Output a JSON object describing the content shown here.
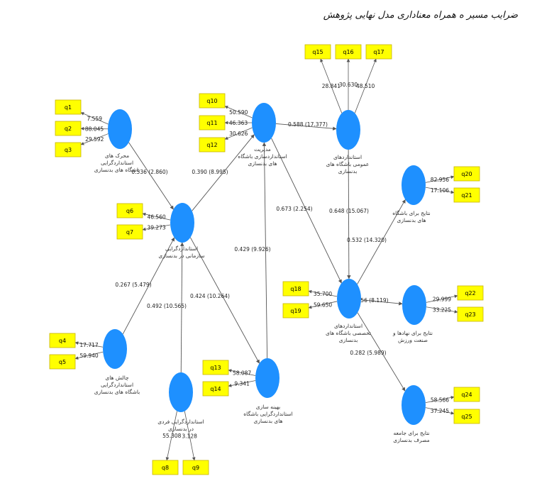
{
  "title": "ضرایب مسیر ه همراه معناداری مدل نهایی پژوهش",
  "colors": {
    "construct": "#1e90ff",
    "indicator_fill": "#ffff00",
    "indicator_border": "#c8b400",
    "arrow": "#555555"
  },
  "constructs": [
    {
      "id": "c1",
      "lines": [
        "محرک های",
        "استانداردگرایی",
        "باشگاه های بدنسازی"
      ]
    },
    {
      "id": "c2",
      "lines": [
        "مدیریت",
        "استانداردسازی باشگاه",
        "های بدنسازی"
      ]
    },
    {
      "id": "c3",
      "lines": [
        "استانداردهای",
        "عمومی باشگاه های",
        "بدنسازی"
      ]
    },
    {
      "id": "c4",
      "lines": [
        "استانداردگرایی",
        "سازمانی در بدنسازی"
      ]
    },
    {
      "id": "c5",
      "lines": [
        "نتایج برای باشگاه",
        "های بدنسازی"
      ]
    },
    {
      "id": "c6",
      "lines": [
        "استانداردهای",
        "تخصصی باشگاه های",
        "بدنسازی"
      ]
    },
    {
      "id": "c7",
      "lines": [
        "نتایج برای نهادها و",
        "صنعت ورزش"
      ]
    },
    {
      "id": "c8",
      "lines": [
        "چالش های",
        "استانداردگرایی",
        "باشگاه های بدنسازی"
      ]
    },
    {
      "id": "c9",
      "lines": [
        "استانداردگرایی فردی",
        "در بدنسازی"
      ]
    },
    {
      "id": "c10",
      "lines": [
        "بهینه سازی",
        "استانداردگرایی باشگاه",
        "های بدنسازی"
      ]
    },
    {
      "id": "c11",
      "lines": [
        "نتایج برای جامعه",
        "مصرف بدنسازی"
      ]
    }
  ],
  "indicators": [
    {
      "id": "q1",
      "label": "q1",
      "weight": "7.559"
    },
    {
      "id": "q2",
      "label": "q2",
      "weight": "88.045"
    },
    {
      "id": "q3",
      "label": "q3",
      "weight": "29.592"
    },
    {
      "id": "q4",
      "label": "q4",
      "weight": "17.717"
    },
    {
      "id": "q5",
      "label": "q5",
      "weight": "59.940"
    },
    {
      "id": "q6",
      "label": "q6",
      "weight": "46.560"
    },
    {
      "id": "q7",
      "label": "q7",
      "weight": "39.273"
    },
    {
      "id": "q8",
      "label": "q8",
      "weight": "55.308"
    },
    {
      "id": "q9",
      "label": "q9",
      "weight": "3.128"
    },
    {
      "id": "q10",
      "label": "q10",
      "weight": "50.590"
    },
    {
      "id": "q11",
      "label": "q11",
      "weight": "46.363"
    },
    {
      "id": "q12",
      "label": "q12",
      "weight": "30.626"
    },
    {
      "id": "q13",
      "label": "q13",
      "weight": "58.087"
    },
    {
      "id": "q14",
      "label": "q14",
      "weight": "9.341"
    },
    {
      "id": "q15",
      "label": "q15",
      "weight": "28.841"
    },
    {
      "id": "q16",
      "label": "q16",
      "weight": "30.630"
    },
    {
      "id": "q17",
      "label": "q17",
      "weight": "48.510"
    },
    {
      "id": "q18",
      "label": "q18",
      "weight": "35.700"
    },
    {
      "id": "q19",
      "label": "q19",
      "weight": "59.650"
    },
    {
      "id": "q20",
      "label": "q20",
      "weight": "82.956"
    },
    {
      "id": "q21",
      "label": "q21",
      "weight": "17.106"
    },
    {
      "id": "q22",
      "label": "q22",
      "weight": "29.999"
    },
    {
      "id": "q23",
      "label": "q23",
      "weight": "33.225"
    },
    {
      "id": "q24",
      "label": "q24",
      "weight": "58.566"
    },
    {
      "id": "q25",
      "label": "q25",
      "weight": "37.245"
    }
  ],
  "paths": [
    {
      "from": "c1",
      "to": "c4",
      "label": "0.536 (2.860)"
    },
    {
      "from": "c4",
      "to": "c2",
      "label": "0.390 (8.995)"
    },
    {
      "from": "c2",
      "to": "c3",
      "label": "0.588 (17.377)"
    },
    {
      "from": "c2",
      "to": "c6",
      "label": "0.673 (2.254)"
    },
    {
      "from": "c3",
      "to": "c6",
      "label": "0.648 (15.067)"
    },
    {
      "from": "c8",
      "to": "c4",
      "label": "0.267 (5.479)"
    },
    {
      "from": "c9",
      "to": "c4",
      "label": "0.492 (10.565)"
    },
    {
      "from": "c4",
      "to": "c10",
      "label": "0.424 (10.264)"
    },
    {
      "from": "c10",
      "to": "c2",
      "label": "0.429 (9.926)"
    },
    {
      "from": "c6",
      "to": "c5",
      "label": "0.532 (14.320)"
    },
    {
      "from": "c6",
      "to": "c7",
      "label": "0.356 (8.119)"
    },
    {
      "from": "c6",
      "to": "c11",
      "label": "0.282 (5.989)"
    }
  ]
}
